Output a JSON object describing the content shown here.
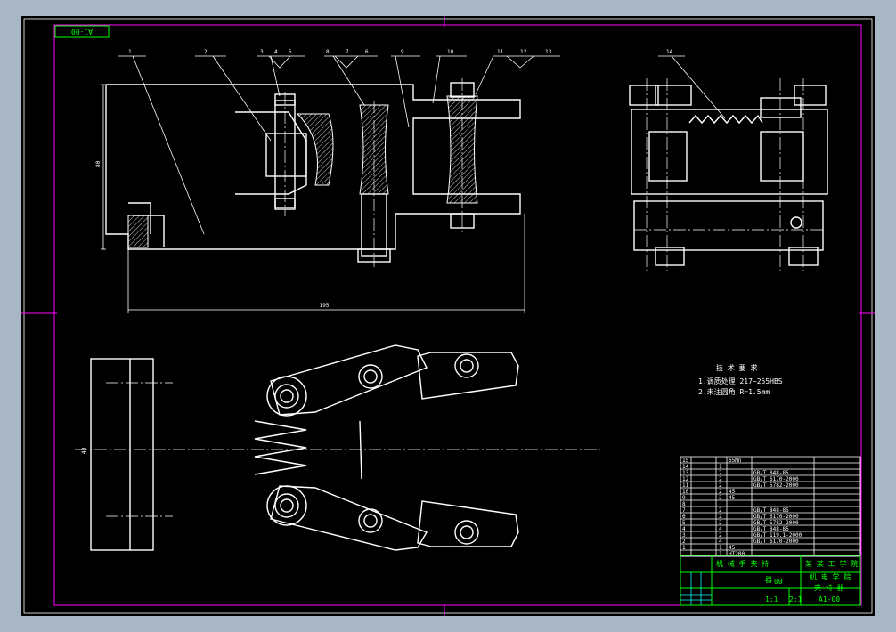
{
  "drawing": {
    "code_box": "A1-00",
    "balloons": [
      "1",
      "2",
      "3",
      "4",
      "5",
      "8",
      "7",
      "6",
      "9",
      "10",
      "11",
      "12",
      "13",
      "14"
    ],
    "dimensions": {
      "height": "80",
      "length": "195",
      "width": "40"
    }
  },
  "tech_req": {
    "title": "技 术 要 求",
    "items": [
      "1.调质处理 217~255HBS",
      "2.未注圆角 R=1.5mm"
    ]
  },
  "bom": {
    "rows": [
      {
        "no": "15",
        "name": "",
        "qty": "",
        "mat": "65Mn",
        "std": ""
      },
      {
        "no": "14",
        "name": "",
        "qty": "1",
        "mat": "",
        "std": ""
      },
      {
        "no": "13",
        "name": "",
        "qty": "2",
        "mat": "",
        "std": "GB/T 848-85"
      },
      {
        "no": "12",
        "name": "",
        "qty": "2",
        "mat": "",
        "std": "GB/T 6170-2000"
      },
      {
        "no": "11",
        "name": "",
        "qty": "2",
        "mat": "",
        "std": "GB/T 5782-2000"
      },
      {
        "no": "10",
        "name": "",
        "qty": "2",
        "mat": "45",
        "std": ""
      },
      {
        "no": "9",
        "name": "",
        "qty": "2",
        "mat": "45",
        "std": ""
      },
      {
        "no": "8",
        "name": "",
        "qty": "",
        "mat": "",
        "std": ""
      },
      {
        "no": "7",
        "name": "",
        "qty": "2",
        "mat": "",
        "std": "GB/T 848-85"
      },
      {
        "no": "6",
        "name": "",
        "qty": "2",
        "mat": "",
        "std": "GB/T 6170-2000"
      },
      {
        "no": "5",
        "name": "",
        "qty": "2",
        "mat": "",
        "std": "GB/T 5782-2000"
      },
      {
        "no": "4",
        "name": "",
        "qty": "4",
        "mat": "",
        "std": "GB/T 848-85"
      },
      {
        "no": "3",
        "name": "",
        "qty": "2",
        "mat": "",
        "std": "GB/T 119.1-2000"
      },
      {
        "no": "2",
        "name": "",
        "qty": "4",
        "mat": "",
        "std": "GB/T 6170-2000"
      },
      {
        "no": "1",
        "name": "",
        "qty": "1",
        "mat": "45",
        "std": ""
      },
      {
        "no": "",
        "name": "",
        "qty": "1",
        "mat": "HT200",
        "std": ""
      }
    ]
  },
  "title_block": {
    "part_name": "机 械 手 夹 持",
    "part_name2": "器",
    "drawing_no": "00",
    "school": "某 某 工 学 院",
    "dept": "机 电 学 院",
    "assembly": "夹 持 器",
    "code": "A1-00",
    "scale": "1:1",
    "sheet": "2:1"
  }
}
